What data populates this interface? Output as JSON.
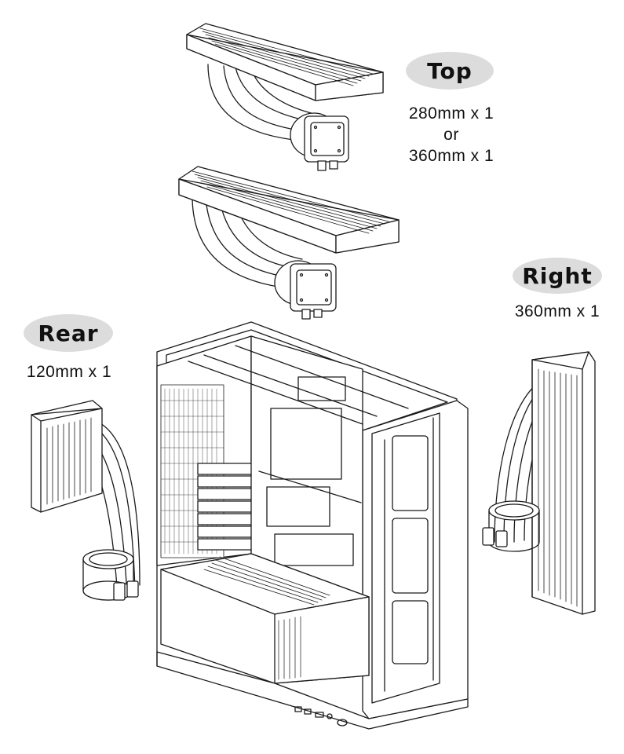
{
  "labels": {
    "top": {
      "title": "Top",
      "line1": "280mm x 1",
      "line2": "or",
      "line3": "360mm x 1"
    },
    "right": {
      "title": "Right",
      "line1": "360mm x 1"
    },
    "rear": {
      "title": "Rear",
      "line1": "120mm x 1"
    }
  },
  "colors": {
    "line": "#1a1a1a",
    "pill": "#dcdcdc",
    "fill": "#ffffff"
  }
}
